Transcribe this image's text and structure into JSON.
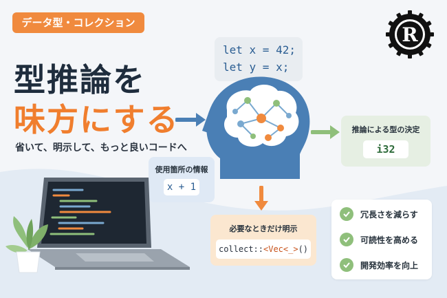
{
  "tag": "データ型・コレクション",
  "title_line1": "型推論を",
  "title_line2": "味方にする",
  "subtitle": "省いて、明示して、もっと良いコードへ",
  "code_top": {
    "line1": "let x = 42;",
    "line2": "let y = x;"
  },
  "result": {
    "label": "推論による型の決定",
    "value": "i32"
  },
  "usage": {
    "label": "使用箇所の情報",
    "value": "x + 1"
  },
  "explicit": {
    "label": "必要なときだけ明示",
    "value_prefix": "collect::",
    "value_type": "<Vec<_>",
    "value_suffix": "()"
  },
  "benefits": [
    "冗長さを減らす",
    "可読性を高める",
    "開発効率を向上"
  ],
  "logo": {
    "letter": "R"
  },
  "colors": {
    "orange": "#f08a3e",
    "blue": "#4a7fb5",
    "green": "#8fbf7b",
    "dark": "#1f2d3d"
  },
  "icons": [
    "rust-logo-icon",
    "brain-network-icon",
    "laptop-icon",
    "plant-icon",
    "arrow-right-icon",
    "arrow-down-icon",
    "check-icon"
  ]
}
